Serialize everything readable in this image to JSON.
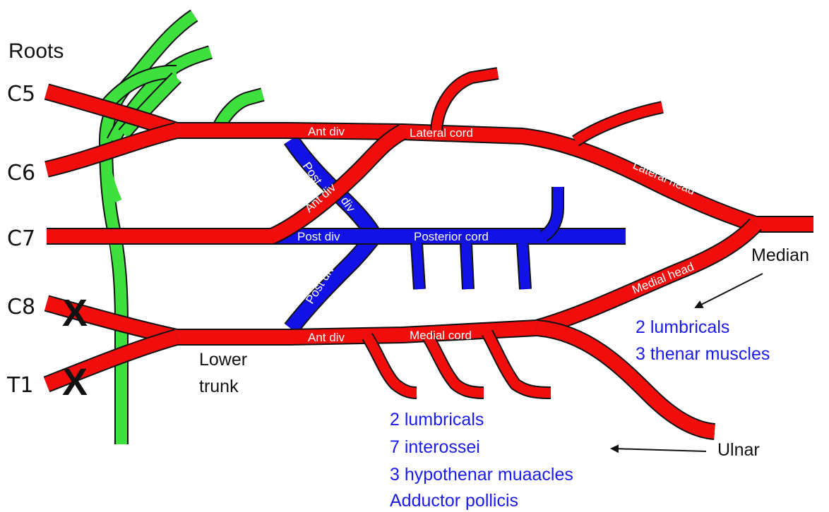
{
  "colors": {
    "nerve_red": "#f20d0d",
    "posterior_blue": "#1212e6",
    "sympathetic_green": "#3de03d",
    "outline": "#111111",
    "muscle_text": "#1a1aee",
    "label_white": "#ffffff"
  },
  "roots_heading": "Roots",
  "roots": [
    "C5",
    "C6",
    "C7",
    "C8",
    "T1"
  ],
  "lesion_marker": "X",
  "segments": {
    "ant_div_upper": "Ant div",
    "ant_div_middle": "Ant div",
    "ant_div_lower": "Ant div",
    "post_div_upper_a": "Post",
    "post_div_upper_b": "div",
    "post_div_middle": "Post div",
    "post_div_lower": "Post div",
    "lateral_cord": "Lateral cord",
    "posterior_cord": "Posterior cord",
    "medial_cord": "Medial cord",
    "lateral_head": "Lateral head",
    "medial_head": "Medial head"
  },
  "lower_trunk": [
    "Lower",
    "trunk"
  ],
  "nerves": {
    "median": "Median",
    "ulnar": "Ulnar"
  },
  "median_muscles": [
    "2 lumbricals",
    "3 thenar muscles"
  ],
  "ulnar_muscles": [
    "2 lumbricals",
    "7 interossei",
    "3 hypothenar muaacles",
    "Adductor pollicis"
  ]
}
